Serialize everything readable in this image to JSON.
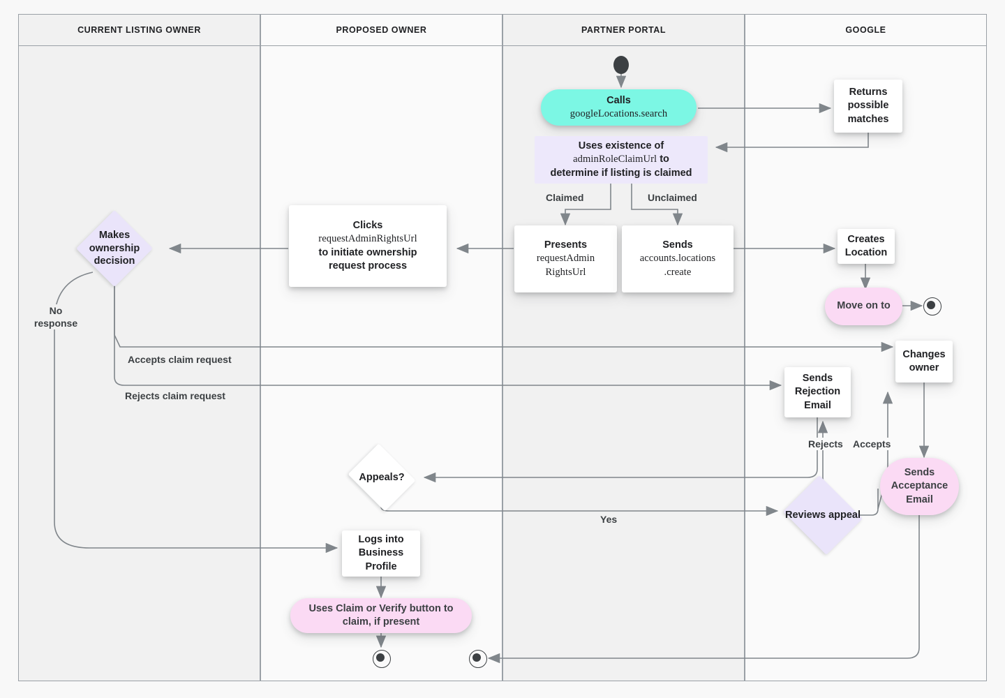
{
  "diagram": {
    "title": "Google Business Profile listing ownership transfer flow",
    "background": "#F8F8F8",
    "colors": {
      "lane_border": "#9AA0A6",
      "lane_a": "#F1F1F1",
      "lane_b": "#FAFAFA",
      "edge": "#80868B",
      "cyan": "#7CF7E4",
      "pink": "#FBDAF4",
      "lavender": "#EAE4FA",
      "flat_lavender": "#EDE8FB",
      "white": "#FFFFFF",
      "text": "#202124"
    }
  },
  "lanes": [
    {
      "id": "current-listing-owner",
      "label": "CURRENT LISTING OWNER"
    },
    {
      "id": "proposed-owner",
      "label": "PROPOSED OWNER"
    },
    {
      "id": "partner-portal",
      "label": "PARTNER PORTAL"
    },
    {
      "id": "google",
      "label": "GOOGLE"
    }
  ],
  "nodes": {
    "start": {
      "name": "start-node",
      "lane": "partner-portal",
      "shape": "start-dot"
    },
    "calls_search": {
      "lane": "partner-portal",
      "shape": "pill",
      "color": "cyan",
      "line1": "Calls",
      "line2": "googleLocations.search"
    },
    "returns_matches": {
      "lane": "google",
      "shape": "rect",
      "text": "Returns possible matches"
    },
    "uses_existence": {
      "lane": "partner-portal",
      "shape": "flat",
      "color": "lavender",
      "line1": "Uses existence of",
      "line2_code": "adminRoleClaimUrl",
      "line2_tail": " to",
      "line3": "determine if listing is claimed"
    },
    "presents_url": {
      "lane": "partner-portal",
      "shape": "rect",
      "line1": "Presents",
      "line2": "requestAdmin",
      "line3": "RightsUrl"
    },
    "sends_create": {
      "lane": "partner-portal",
      "shape": "rect",
      "line1": "Sends",
      "line2": "accounts.locations",
      "line3": ".create"
    },
    "creates_location": {
      "lane": "google",
      "shape": "rect",
      "text": "Creates Location"
    },
    "move_on_to": {
      "lane": "google",
      "shape": "pill",
      "color": "pink",
      "text": "Move on to"
    },
    "end_google": {
      "lane": "google",
      "shape": "end-dot"
    },
    "clicks_request": {
      "lane": "proposed-owner",
      "shape": "rect",
      "line1": "Clicks",
      "line2": "requestAdminRightsUrl",
      "line3": "to initiate ownership",
      "line4": "request process"
    },
    "makes_decision": {
      "lane": "current-listing-owner",
      "shape": "diamond",
      "color": "lavender",
      "text": "Makes ownership decision"
    },
    "changes_owner": {
      "lane": "google",
      "shape": "rect",
      "text": "Changes owner"
    },
    "sends_rejection": {
      "lane": "google",
      "shape": "rect",
      "text": "Sends Rejection Email"
    },
    "sends_acceptance": {
      "lane": "google",
      "shape": "pill",
      "color": "pink",
      "text": "Sends Acceptance Email"
    },
    "reviews_appeal": {
      "lane": "google",
      "shape": "diamond",
      "color": "lavender",
      "text": "Reviews appeal"
    },
    "appeals": {
      "lane": "proposed-owner",
      "shape": "diamond",
      "color": "white",
      "text": "Appeals?"
    },
    "logs_into": {
      "lane": "proposed-owner",
      "shape": "rect",
      "text": "Logs into Business Profile"
    },
    "uses_claim": {
      "lane": "proposed-owner",
      "shape": "pill",
      "color": "pink",
      "text": "Uses Claim or Verify button to claim, if present"
    },
    "end_proposed_a": {
      "lane": "proposed-owner",
      "shape": "end-dot"
    },
    "end_proposed_b": {
      "lane": "proposed-owner",
      "shape": "end-dot"
    }
  },
  "edge_labels": {
    "claimed": "Claimed",
    "unclaimed": "Unclaimed",
    "no_response": "No\nresponse",
    "accepts_claim": "Accepts claim request",
    "rejects_claim": "Rejects claim request",
    "rejects": "Rejects",
    "accepts": "Accepts",
    "yes": "Yes"
  },
  "edges": [
    {
      "from": "start",
      "to": "calls_search",
      "label": ""
    },
    {
      "from": "calls_search",
      "to": "returns_matches",
      "label": ""
    },
    {
      "from": "returns_matches",
      "to": "uses_existence",
      "label": ""
    },
    {
      "from": "uses_existence",
      "to": "presents_url",
      "label": "Claimed"
    },
    {
      "from": "uses_existence",
      "to": "sends_create",
      "label": "Unclaimed"
    },
    {
      "from": "sends_create",
      "to": "creates_location",
      "label": ""
    },
    {
      "from": "creates_location",
      "to": "move_on_to",
      "label": ""
    },
    {
      "from": "move_on_to",
      "to": "end_google",
      "label": ""
    },
    {
      "from": "presents_url",
      "to": "clicks_request",
      "label": ""
    },
    {
      "from": "clicks_request",
      "to": "makes_decision",
      "label": ""
    },
    {
      "from": "makes_decision",
      "to": "changes_owner",
      "label": "Accepts claim request"
    },
    {
      "from": "makes_decision",
      "to": "sends_rejection",
      "label": "Rejects claim request"
    },
    {
      "from": "makes_decision",
      "to": "logs_into",
      "label": "No response"
    },
    {
      "from": "changes_owner",
      "to": "sends_acceptance",
      "label": ""
    },
    {
      "from": "sends_rejection",
      "to": "appeals",
      "label": ""
    },
    {
      "from": "appeals",
      "to": "reviews_appeal",
      "label": "Yes"
    },
    {
      "from": "reviews_appeal",
      "to": "sends_rejection",
      "label": "Rejects"
    },
    {
      "from": "reviews_appeal",
      "to": "changes_owner",
      "label": "Accepts"
    },
    {
      "from": "sends_acceptance",
      "to": "end_proposed_b",
      "label": ""
    },
    {
      "from": "logs_into",
      "to": "uses_claim",
      "label": ""
    },
    {
      "from": "uses_claim",
      "to": "end_proposed_a",
      "label": ""
    }
  ]
}
